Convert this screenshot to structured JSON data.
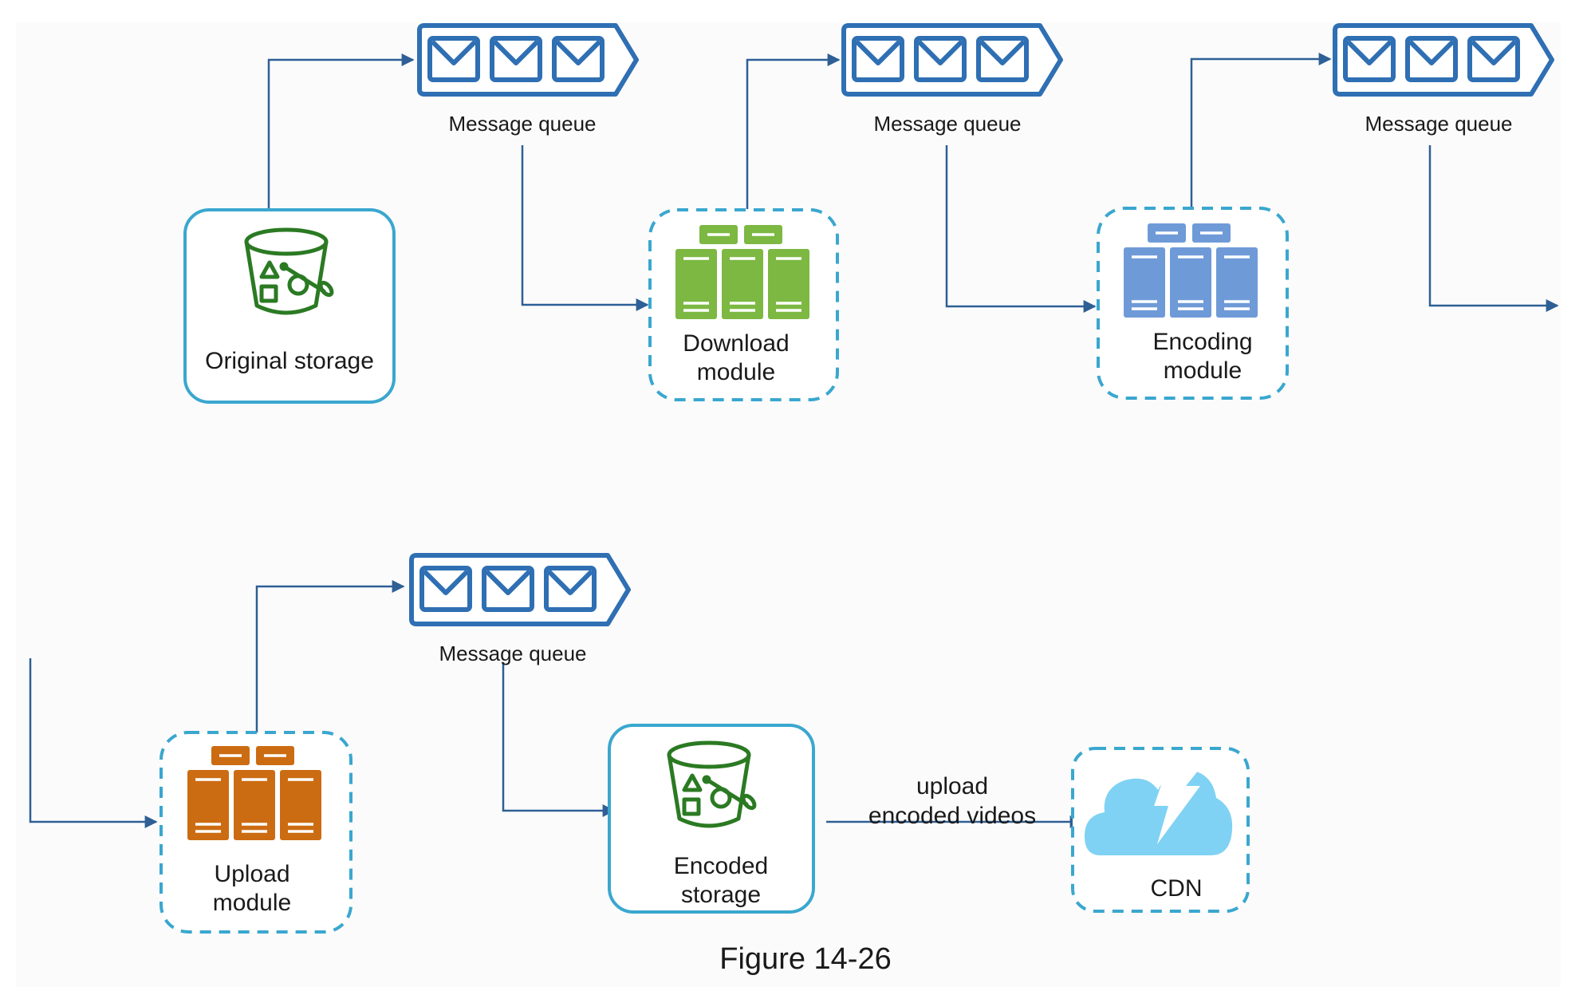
{
  "figure": {
    "caption": "Figure 14-26",
    "colors": {
      "queue": "#2f6fb3",
      "arrow": "#2e5f95",
      "storage_border": "#3aa7cf",
      "dashed_border": "#3aa7cf",
      "bucket": "#2b7a23",
      "download_server": "#7cb842",
      "encoding_server": "#6f9ad8",
      "upload_server": "#cc6c12",
      "cdn_cloud": "#7fd2f3"
    }
  },
  "queues": [
    {
      "id": "q1",
      "label": "Message queue"
    },
    {
      "id": "q2",
      "label": "Message queue"
    },
    {
      "id": "q3",
      "label": "Message queue"
    },
    {
      "id": "q4",
      "label": "Message queue"
    }
  ],
  "nodes": {
    "original_storage": {
      "label": "Original storage",
      "icon": "bucket-icon"
    },
    "download_module": {
      "label_line1": "Download",
      "label_line2": "module",
      "icon": "server-cluster-icon"
    },
    "encoding_module": {
      "label_line1": "Encoding",
      "label_line2": "module",
      "icon": "server-cluster-icon"
    },
    "upload_module": {
      "label_line1": "Upload",
      "label_line2": "module",
      "icon": "server-cluster-icon"
    },
    "encoded_storage": {
      "label_line1": "Encoded",
      "label_line2": "storage",
      "icon": "bucket-icon"
    },
    "cdn": {
      "label": "CDN",
      "icon": "cloud-lightning-icon"
    }
  },
  "edges": {
    "encoded_to_cdn": {
      "line1": "upload",
      "line2": "encoded videos"
    }
  }
}
